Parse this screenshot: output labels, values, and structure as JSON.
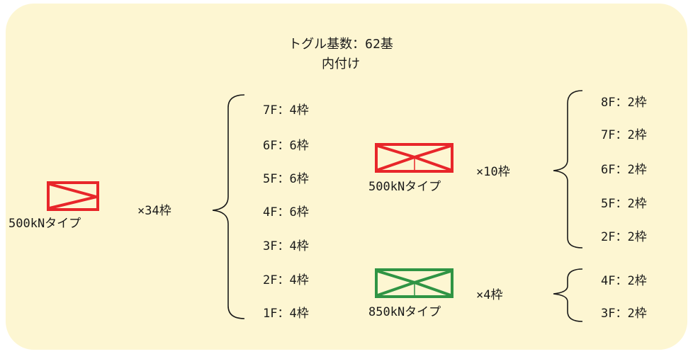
{
  "colors": {
    "background": "#fdf6d2",
    "red_truss": "#e8262a",
    "green_truss": "#2f9444",
    "bracket": "#1a1a1a"
  },
  "header": {
    "title": "トグル基数：62基",
    "subtitle": "内付け"
  },
  "groups": {
    "left": {
      "icon": "single-truss-red-icon",
      "type_label": "500kNタイプ",
      "count_label": "×34枠",
      "floors": [
        "7F：4枠",
        "6F：6枠",
        "5F：6枠",
        "4F：6枠",
        "3F：4枠",
        "2F：4枠",
        "1F：4枠"
      ]
    },
    "top_right": {
      "icon": "double-truss-red-icon",
      "type_label": "500kNタイプ",
      "count_label": "×10枠",
      "floors": [
        "8F：2枠",
        "7F：2枠",
        "6F：2枠",
        "5F：2枠",
        "2F：2枠"
      ]
    },
    "bottom_right": {
      "icon": "double-truss-green-icon",
      "type_label": "850kNタイプ",
      "count_label": "×4枠",
      "floors": [
        "4F：2枠",
        "3F：2枠"
      ]
    }
  }
}
